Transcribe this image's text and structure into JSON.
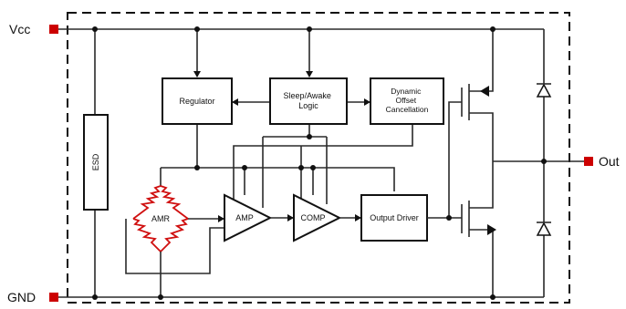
{
  "pins": {
    "vcc": "Vcc",
    "gnd": "GND",
    "out": "Out"
  },
  "blocks": {
    "esd": "ESD",
    "regulator": "Regulator",
    "sleep_awake": [
      "Sleep/Awake",
      "Logic"
    ],
    "dynamic_offset": [
      "Dynamic",
      "Offset",
      "Cancellation"
    ],
    "amr": "AMR",
    "amp": "AMP",
    "comp": "COMP",
    "output_driver": "Output Driver"
  },
  "colors": {
    "pin_marker": "#cc0000",
    "line": "#2a2a2a"
  }
}
